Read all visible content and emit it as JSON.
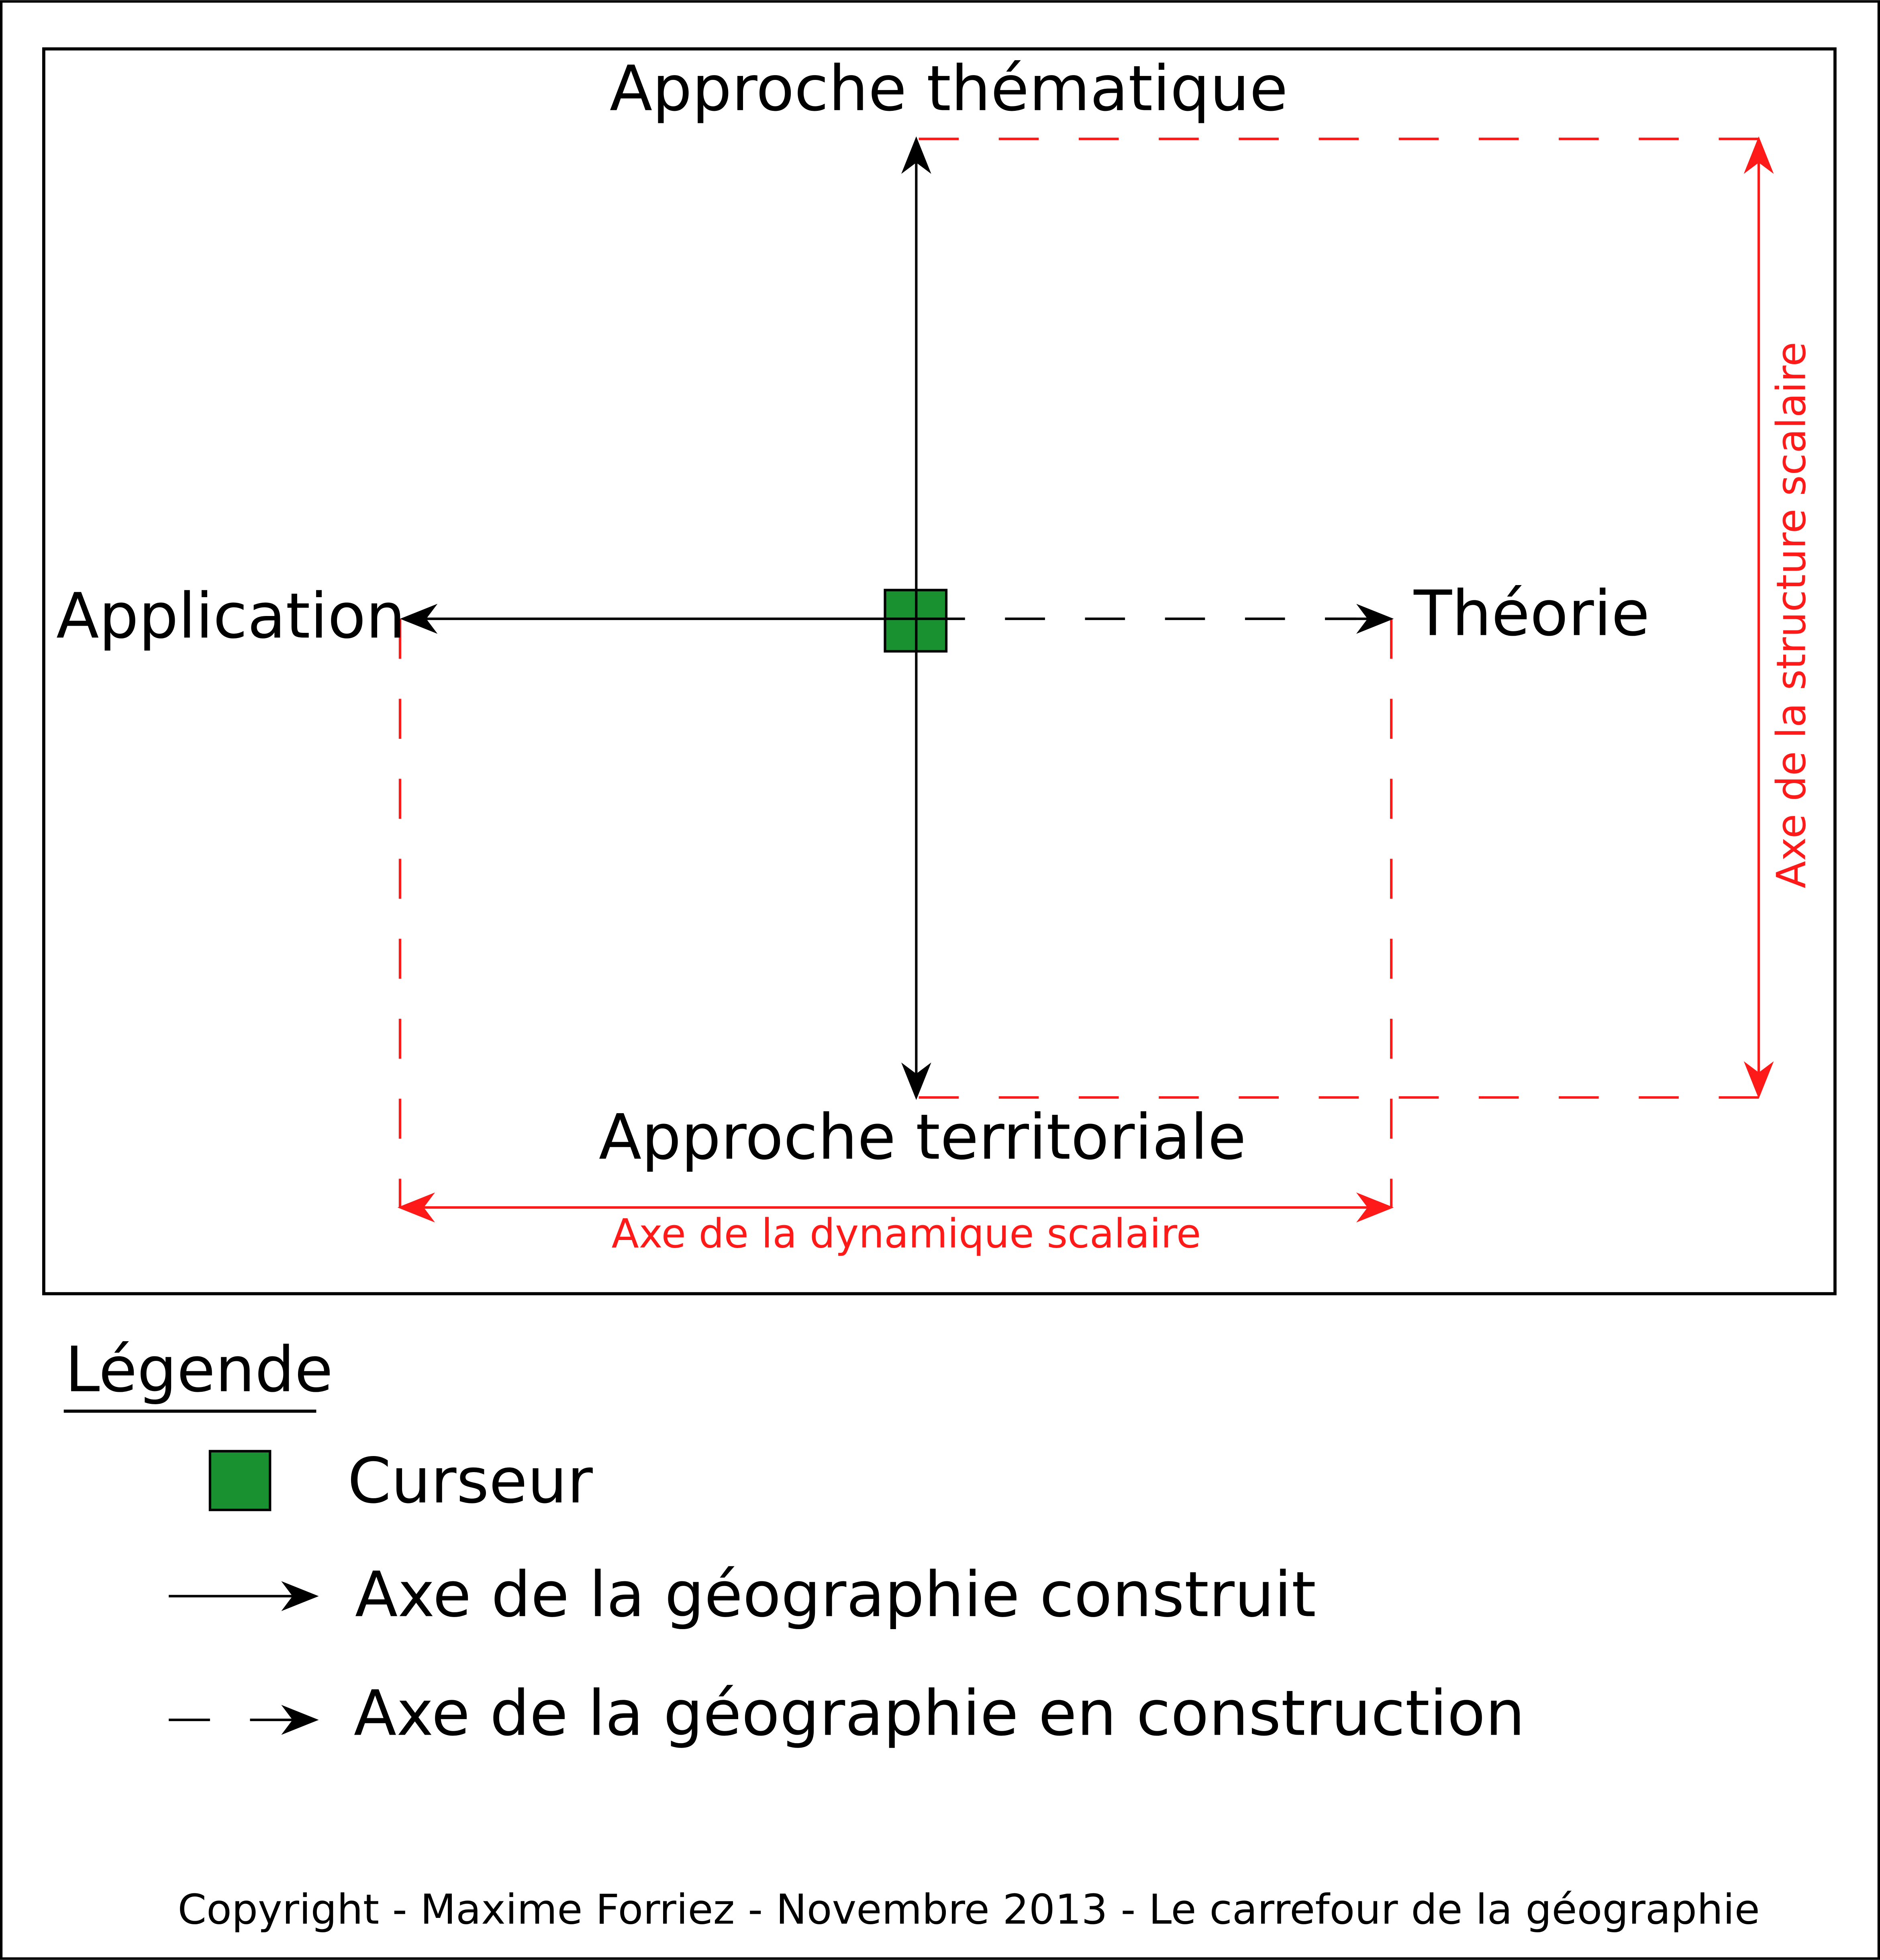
{
  "diagram": {
    "top_label": "Approche thématique",
    "bottom_label": "Approche territoriale",
    "left_label": "Application",
    "right_label": "Théorie",
    "scalar_structure_axis": "Axe de  la structure scalaire",
    "scalar_dynamic_axis": "Axe de la dynamique scalaire"
  },
  "legend": {
    "title": "Légende",
    "items": [
      {
        "icon": "green-square-icon",
        "label": "Curseur"
      },
      {
        "icon": "solid-arrow-icon",
        "label": "Axe de la géographie construit"
      },
      {
        "icon": "dashed-arrow-icon",
        "label": "Axe de la géographie en construction"
      }
    ]
  },
  "footer": {
    "copyright": "Copyright - Maxime Forriez - Novembre 2013 - Le carrefour de la géographie"
  },
  "colors": {
    "red": "#ff1a1a",
    "green": "#1a9130",
    "black": "#000000"
  }
}
